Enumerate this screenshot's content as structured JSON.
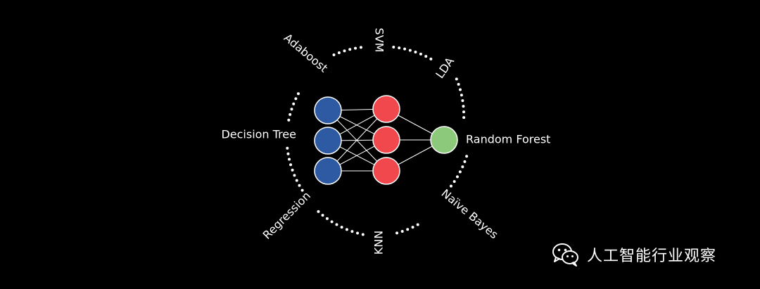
{
  "diagram": {
    "labels": {
      "svm": "SVM",
      "lda": "LDA",
      "random_forest": "Random Forest",
      "naive_bayes": "Naïve Bayes",
      "knn": "KNN",
      "regression": "Regression",
      "decision_tree": "Decision Tree",
      "adaboost": "Adaboost"
    },
    "network": {
      "input_nodes": 3,
      "hidden_nodes": 3,
      "output_nodes": 1
    },
    "colors": {
      "background": "#000000",
      "input_node": "#2e5aa4",
      "hidden_node": "#f0484d",
      "output_node": "#8dc97a",
      "lines": "#ffffff"
    }
  },
  "watermark": {
    "icon": "wechat-icon",
    "text": "人工智能行业观察"
  }
}
